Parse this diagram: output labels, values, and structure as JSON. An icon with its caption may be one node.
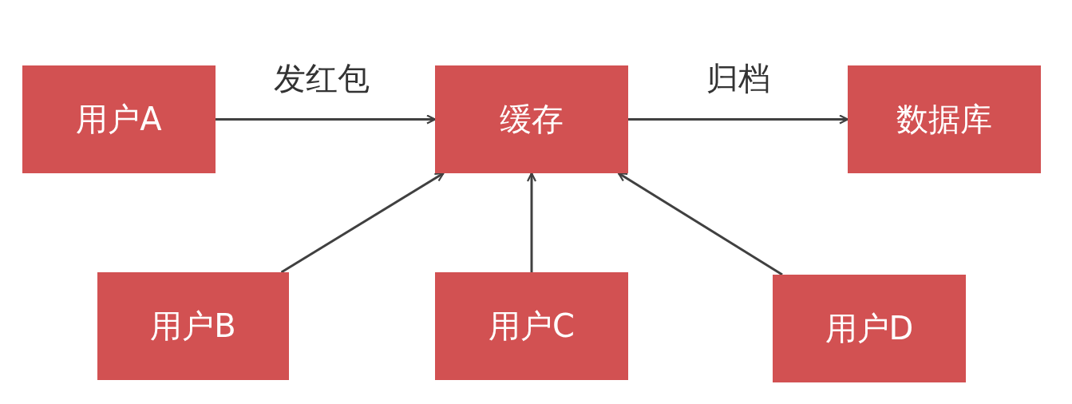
{
  "diagram": {
    "nodes": [
      {
        "text": [
          "用户A"
        ]
      },
      {
        "text": [
          "缓存"
        ]
      },
      {
        "text": [
          "数据库"
        ]
      },
      {
        "text": [
          "用户B"
        ]
      },
      {
        "text": [
          "用户C"
        ]
      },
      {
        "text": [
          "用户D"
        ]
      }
    ],
    "edges": [
      {
        "from": 0,
        "to": 1,
        "arrow": "to",
        "label": "发红包"
      },
      {
        "from": 1,
        "to": 2,
        "arrow": "to",
        "label": "归档"
      },
      {
        "from": 3,
        "to": 1,
        "arrow": "to"
      },
      {
        "from": 4,
        "to": 1,
        "arrow": "to"
      },
      {
        "from": 5,
        "to": 1,
        "arrow": "to"
      }
    ]
  }
}
